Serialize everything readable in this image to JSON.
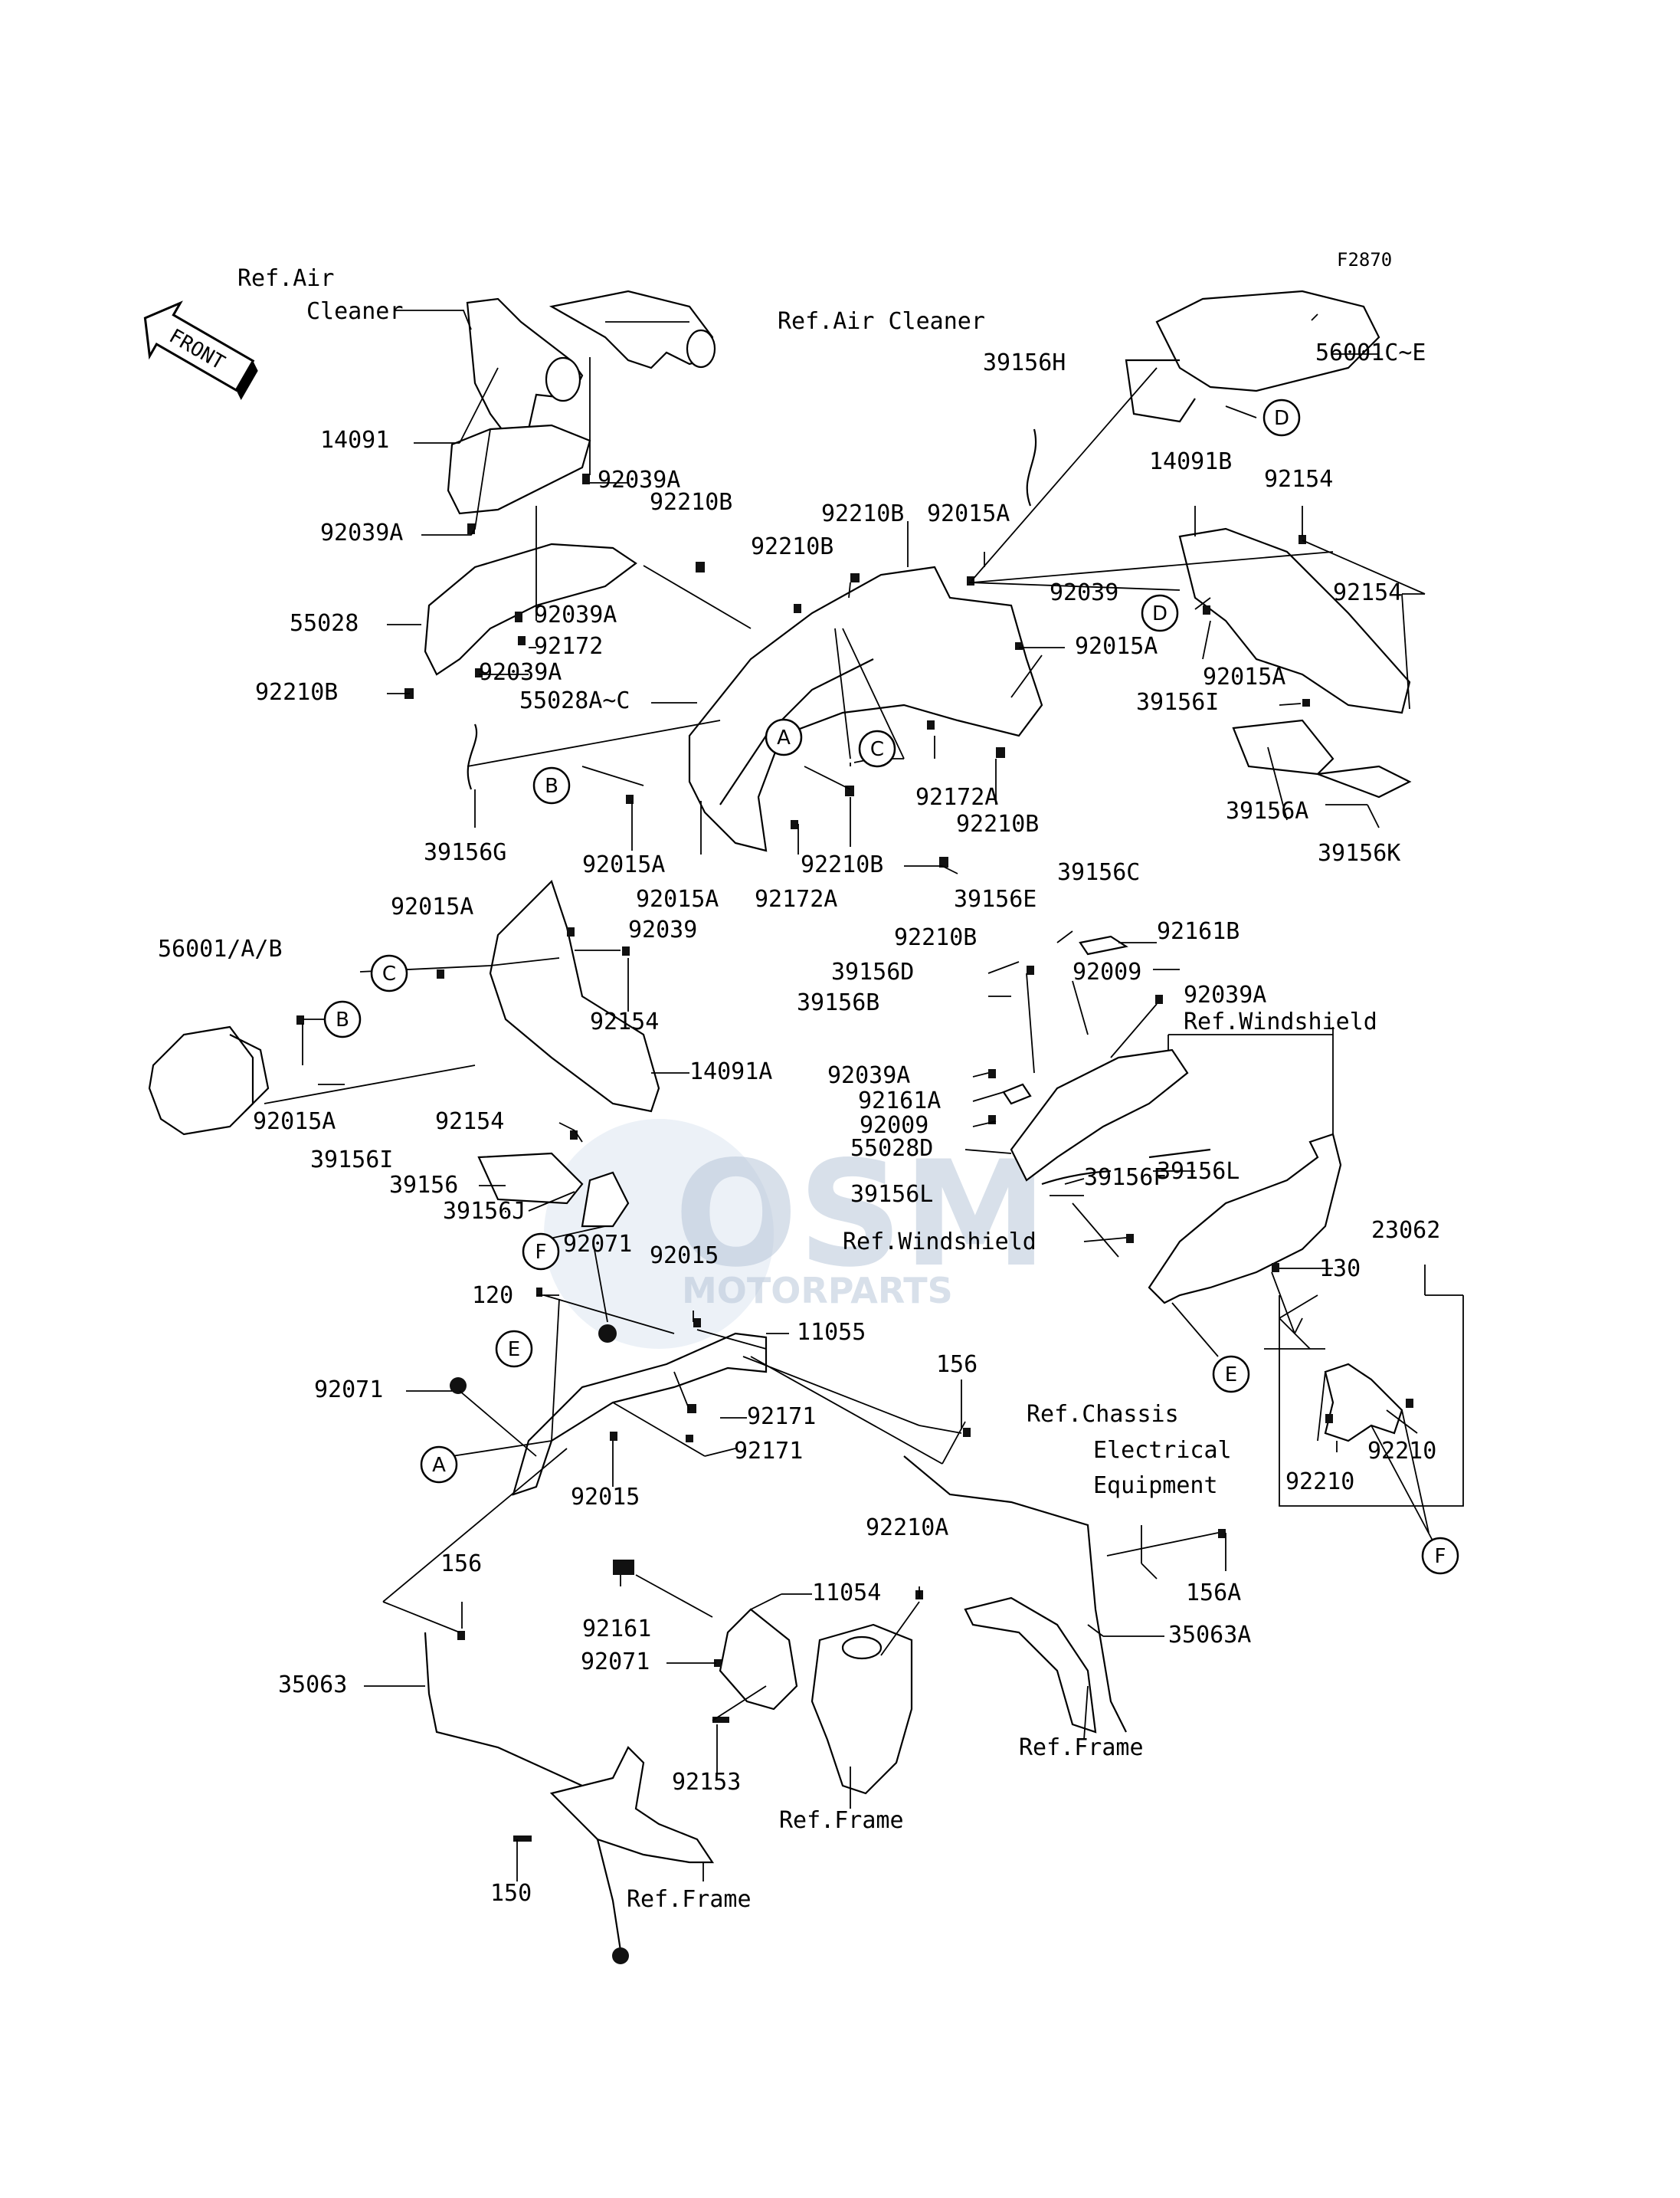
{
  "figure_id": "F2870",
  "front_arrow": "FRONT",
  "watermark": {
    "brand": "OSM",
    "sub": "MOTORPARTS"
  },
  "labels": {
    "ref_air_cleaner_1": "Ref.Air",
    "ref_air_cleaner_1b": "Cleaner",
    "ref_air_cleaner_2": "Ref.Air Cleaner",
    "p14091": "14091",
    "p92039A_1": "92039A",
    "p92210B_1": "92210B",
    "p92039A_2": "92039A",
    "p55028": "55028",
    "p92039A_3": "92039A",
    "p92172": "92172",
    "p92039A_4": "92039A",
    "p92210B_2": "92210B",
    "p55028A_C": "55028A~C",
    "p39156G": "39156G",
    "p92015A_1": "92015A",
    "p92015A_2": "92015A",
    "p92172A_1": "92172A",
    "p92210B_3": "92210B",
    "p92210B_4": "92210B",
    "p92210B_5": "92210B",
    "p92015A_3": "92015A",
    "p92015A_4": "92015A",
    "p92172A_2": "92172A",
    "p92210B_6": "92210B",
    "p92210B_7": "92210B",
    "p39156H": "39156H",
    "p56001C_E": "56001C~E",
    "p14091B": "14091B",
    "p92154_1": "92154",
    "p92039": "92039",
    "p92154_2": "92154",
    "p92015A_5": "92015A",
    "p39156I_1": "39156I",
    "p39156A": "39156A",
    "p39156K": "39156K",
    "p92015A_6": "92015A",
    "p92039_2": "92039",
    "p56001AB": "56001/A/B",
    "p92154_3": "92154",
    "p14091A": "14091A",
    "p92015A_7": "92015A",
    "p92154_4": "92154",
    "p39156I_2": "39156I",
    "p39156": "39156",
    "p39156J": "39156J",
    "p39156C": "39156C",
    "p39156E": "39156E",
    "p92161B": "92161B",
    "p39156D": "39156D",
    "p92009_1": "92009",
    "p39156B": "39156B",
    "p92039A_5": "92039A",
    "ref_windshield_1": "Ref.Windshield",
    "p92039A_6": "92039A",
    "p92161A": "92161A",
    "p92009_2": "92009",
    "p39156L_1": "39156L",
    "p55028D": "55028D",
    "p39156F": "39156F",
    "p39156L_2": "39156L",
    "ref_windshield_2": "Ref.Windshield",
    "p23062": "23062",
    "p130": "130",
    "p92071_1": "92071",
    "p92015_1": "92015",
    "p120": "120",
    "p11055": "11055",
    "p92071_2": "92071",
    "p92171_1": "92171",
    "p92171_2": "92171",
    "p92015_2": "92015",
    "p156_1": "156",
    "ref_chassis_1": "Ref.Chassis",
    "ref_chassis_2": "Electrical",
    "ref_chassis_3": "Equipment",
    "p92210_1": "92210",
    "p92210_2": "92210",
    "p92210A": "92210A",
    "p156A": "156A",
    "p156_2": "156",
    "p11054": "11054",
    "p92161": "92161",
    "p92071_3": "92071",
    "p35063": "35063",
    "p35063A": "35063A",
    "p92153": "92153",
    "ref_frame_1": "Ref.Frame",
    "ref_frame_2": "Ref.Frame",
    "ref_frame_3": "Ref.Frame",
    "p150": "150"
  },
  "callouts": {
    "A": "A",
    "B": "B",
    "C": "C",
    "D": "D",
    "E": "E",
    "F": "F"
  }
}
